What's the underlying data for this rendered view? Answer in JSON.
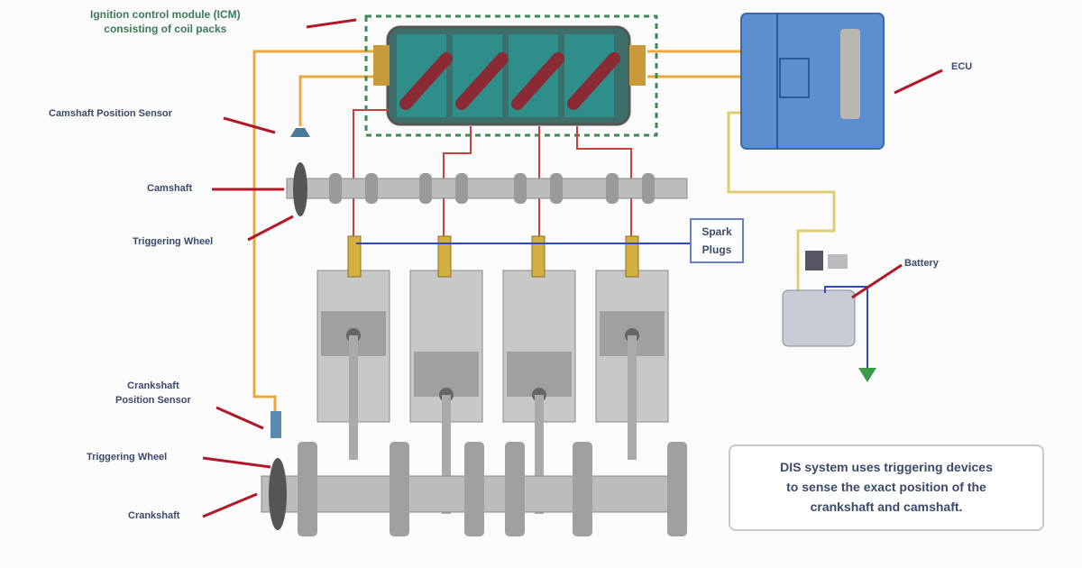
{
  "labels": {
    "icm_line1": "Ignition control module (ICM)",
    "icm_line2": "consisting of coil packs",
    "camshaft_sensor": "Camshaft Position Sensor",
    "camshaft": "Camshaft",
    "cam_trigger_wheel": "Triggering Wheel",
    "crankshaft_sensor_line1": "Crankshaft",
    "crankshaft_sensor_line2": "Position Sensor",
    "crank_trigger_wheel": "Triggering Wheel",
    "crankshaft": "Crankshaft",
    "ecu": "ECU",
    "spark_plugs_line1": "Spark",
    "spark_plugs_line2": "Plugs",
    "battery": "Battery"
  },
  "caption": {
    "line1": "DIS system uses triggering devices",
    "line2": "to sense the exact position of the",
    "line3": "crankshaft and camshaft."
  },
  "colors": {
    "ecu": "#5b8fd0",
    "icm_body": "#3e6e6a",
    "coil": "#8a2a35",
    "wire_signal": "#e8a840",
    "wire_plug": "#c84040",
    "wire_blue": "#3048c0",
    "arrow": "#b01828",
    "metal": "#a8a8a8"
  }
}
